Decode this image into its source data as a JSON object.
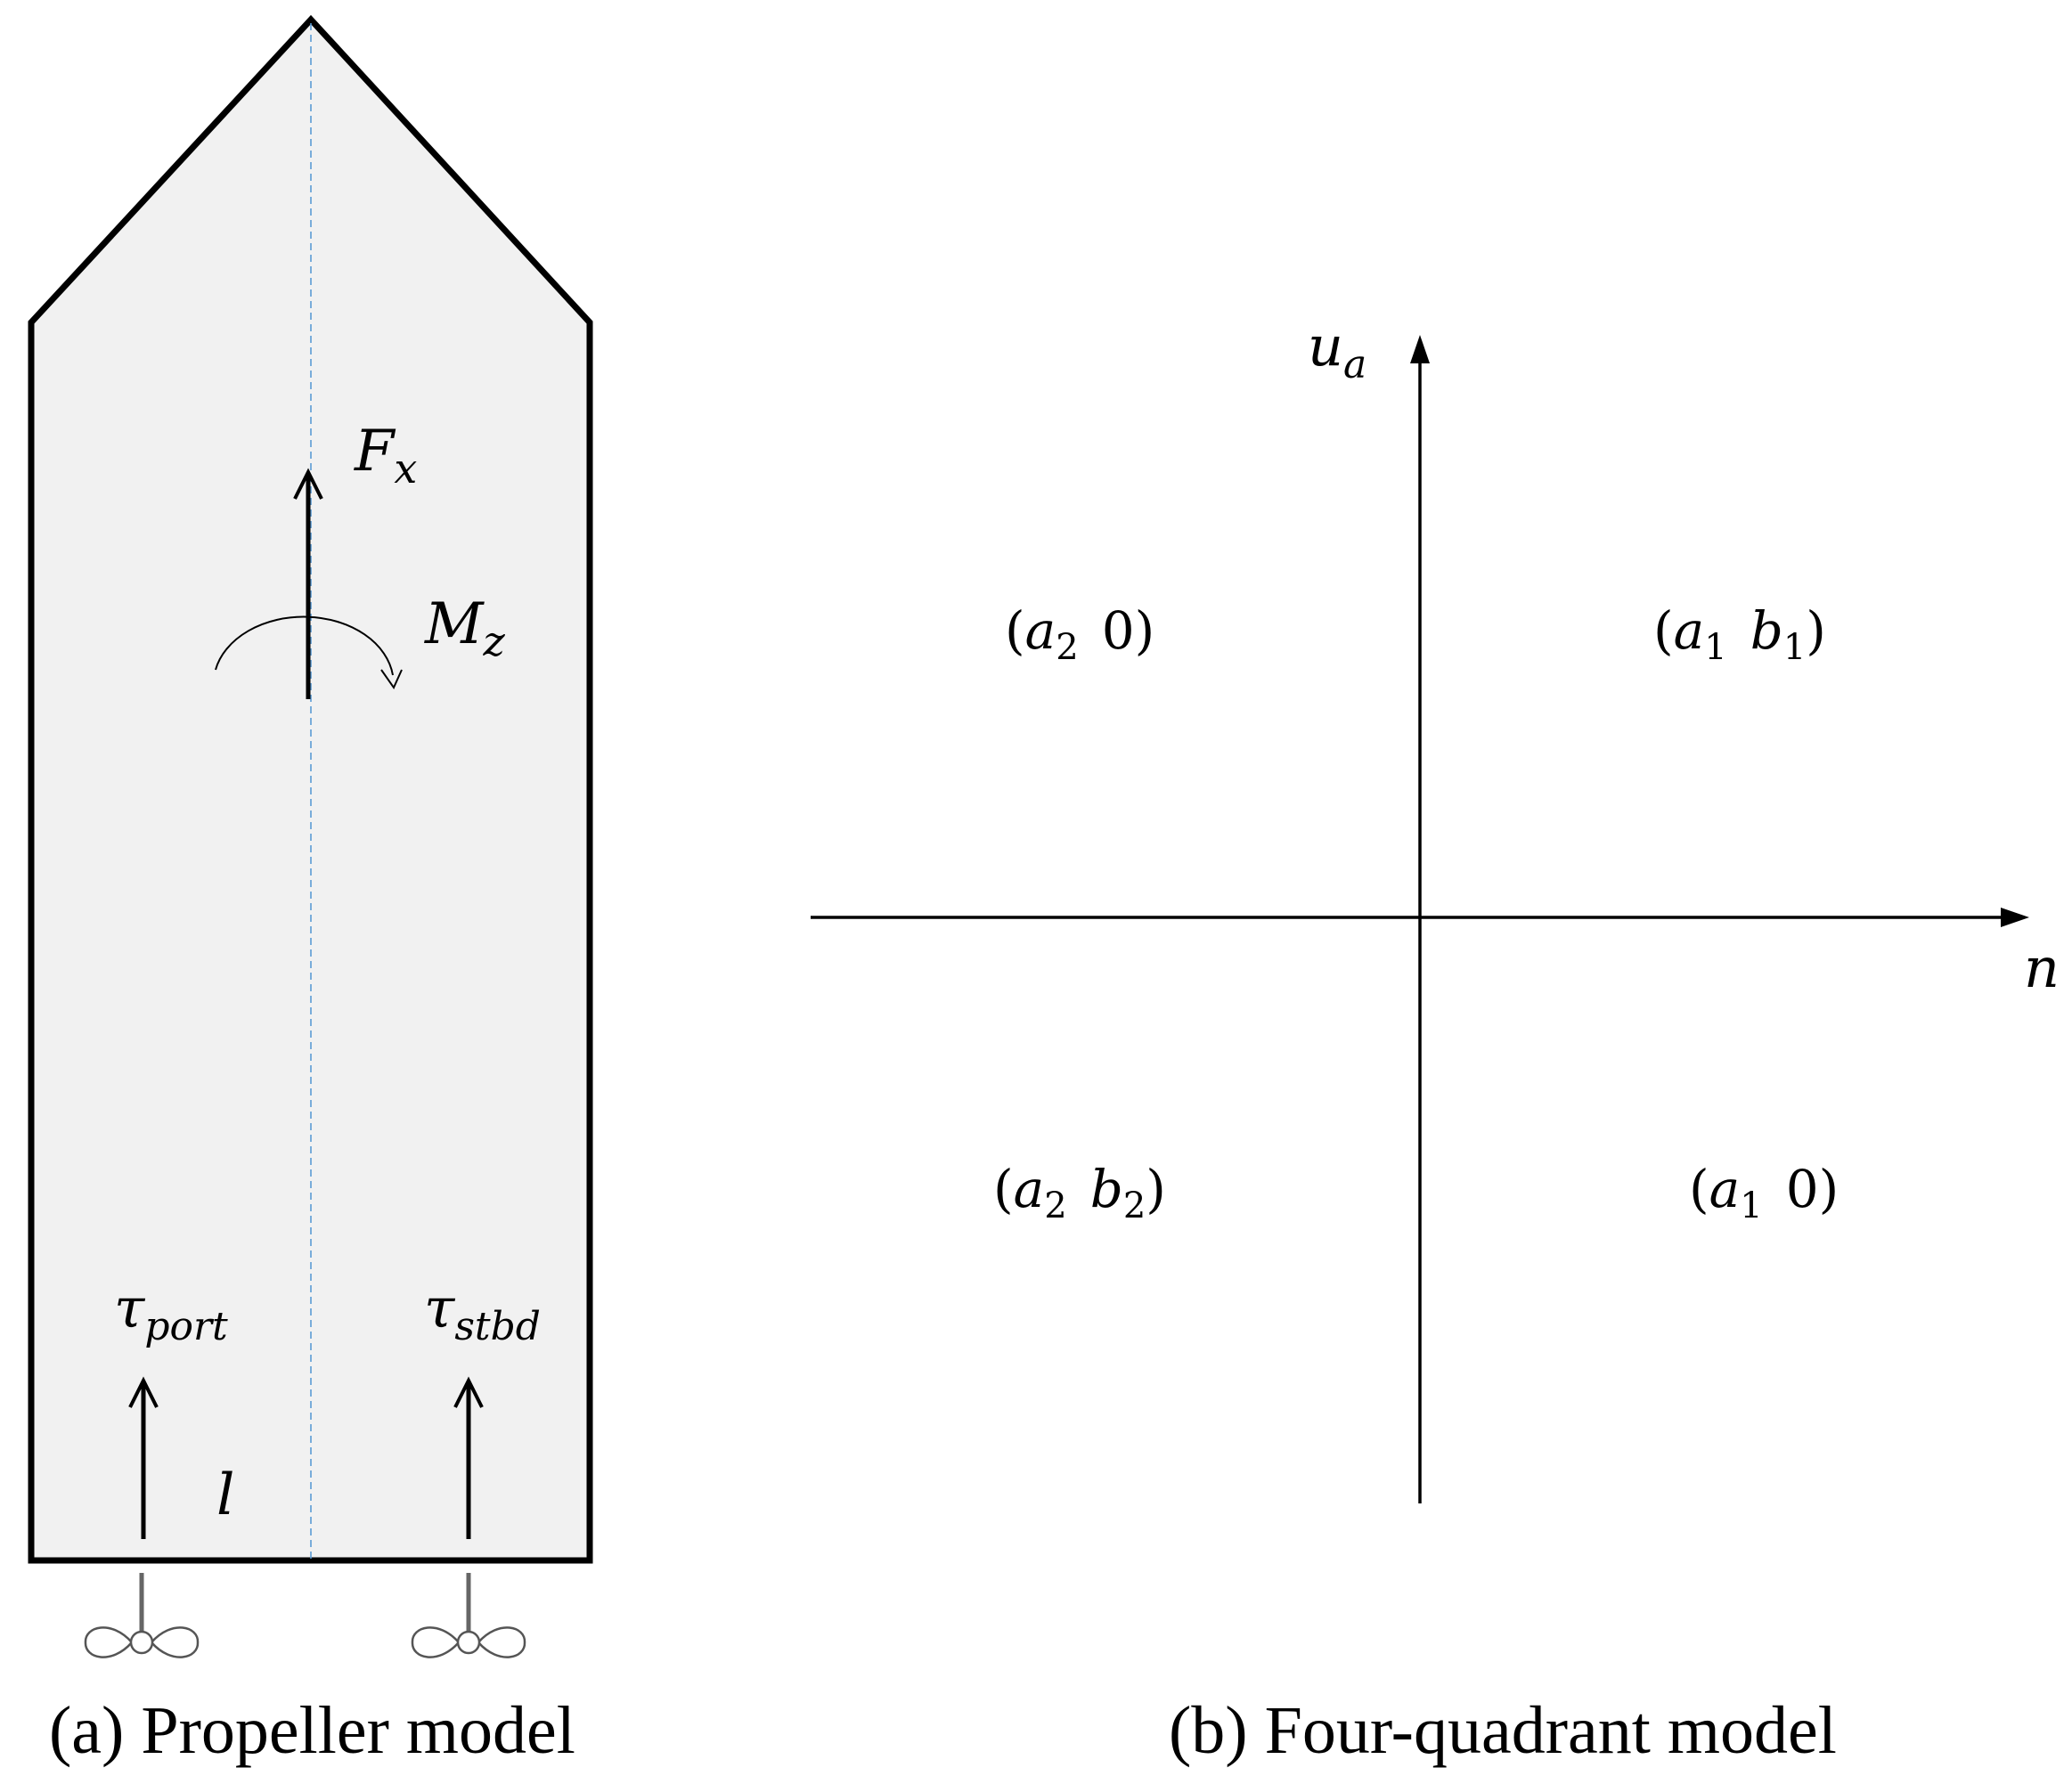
{
  "panel_a": {
    "caption": "(a) Propeller model",
    "force": {
      "base": "F",
      "sub": "x"
    },
    "moment": {
      "base": "M",
      "sub": "z"
    },
    "tau_port": {
      "base": "τ",
      "sub": "port"
    },
    "tau_stbd": {
      "base": "τ",
      "sub": "stbd"
    },
    "distance": "l",
    "hull_fill": "#f1f1f1",
    "centerline_color": "#5b9bd5"
  },
  "panel_b": {
    "caption": "(b) Four-quadrant model",
    "y_axis": {
      "base": "u",
      "sub": "a"
    },
    "x_axis": "n",
    "quadrants": {
      "q1": {
        "a": "a",
        "a_sub": "1",
        "b": "b",
        "b_sub": "1"
      },
      "q2": {
        "a": "a",
        "a_sub": "2",
        "b": "0"
      },
      "q3": {
        "a": "a",
        "a_sub": "2",
        "b": "b",
        "b_sub": "2"
      },
      "q4": {
        "a": "a",
        "a_sub": "1",
        "b": "0"
      }
    }
  }
}
